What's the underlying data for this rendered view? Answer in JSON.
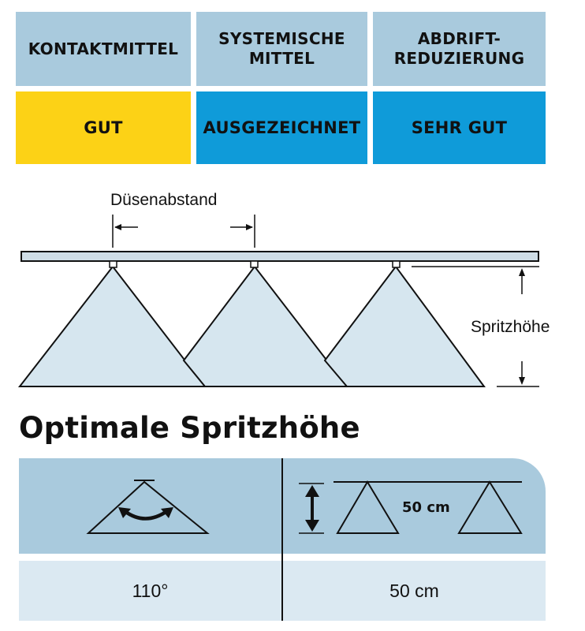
{
  "table": {
    "headers": [
      "KONTAKTMITTEL",
      "SYSTEMISCHE MITTEL",
      "ABDRIFT-REDUZIERUNG"
    ],
    "header_lines": [
      [
        "KONTAKTMITTEL"
      ],
      [
        "SYSTEMISCHE",
        "MITTEL"
      ],
      [
        "ABDRIFT-",
        "REDUZIERUNG"
      ]
    ],
    "ratings": [
      {
        "label": "GUT",
        "color": "#fcd216"
      },
      {
        "label": "AUSGEZEICHNET",
        "color": "#0f9bd9"
      },
      {
        "label": "SEHR GUT",
        "color": "#0f9bd9"
      }
    ]
  },
  "diagram": {
    "nozzle_spacing_label": "Düsenabstand",
    "spray_height_label": "Spritzhöhe",
    "spray_fill": "#d6e6ef"
  },
  "optimal": {
    "title": "Optimale Spritzhöhe",
    "height_value_label": "50 cm",
    "angle_value": "110°",
    "height_value": "50 cm"
  },
  "colors": {
    "header_bg": "#a9cadd",
    "panel_bg": "#a9cadd",
    "panel_light_bg": "#dbe9f2"
  }
}
